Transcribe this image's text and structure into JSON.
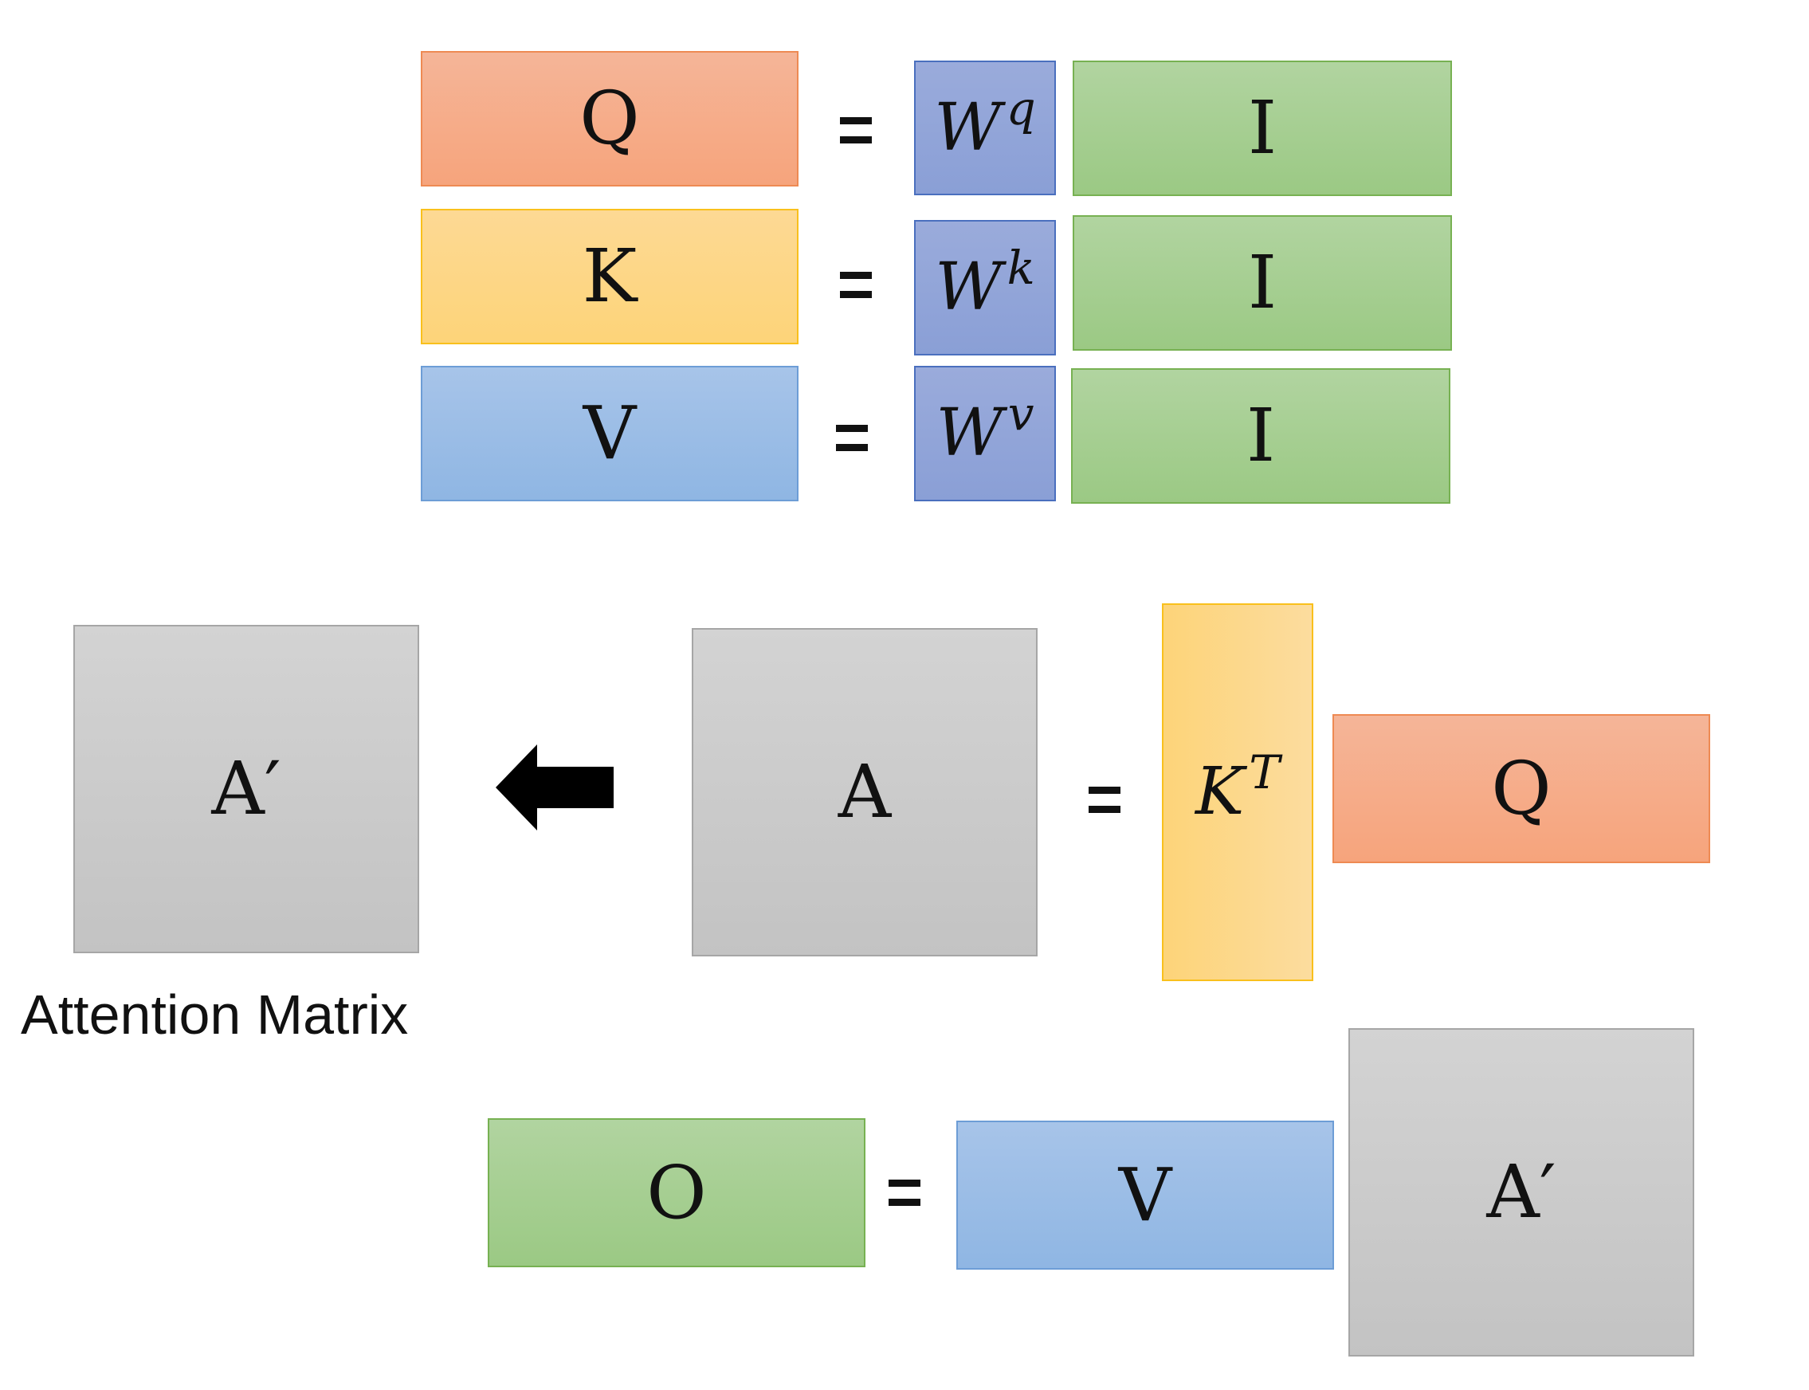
{
  "row_q": {
    "lhs": "Q",
    "weight_base": "W",
    "weight_sup": "q",
    "input": "I"
  },
  "row_k": {
    "lhs": "K",
    "weight_base": "W",
    "weight_sup": "k",
    "input": "I"
  },
  "row_v": {
    "lhs": "V",
    "weight_base": "W",
    "weight_sup": "v",
    "input": "I"
  },
  "attention": {
    "normalized": "A′",
    "raw": "A",
    "key_base": "K",
    "key_sup": "T",
    "query": "Q",
    "caption": "Attention Matrix"
  },
  "output": {
    "lhs": "O",
    "values": "V",
    "weights": "A′"
  },
  "colors": {
    "query": "#f6a47c",
    "key": "#fdd479",
    "value": "#8fb6e3",
    "weight": "#8a9fd6",
    "input": "#9bc984",
    "attention": "#c8c8c8"
  }
}
